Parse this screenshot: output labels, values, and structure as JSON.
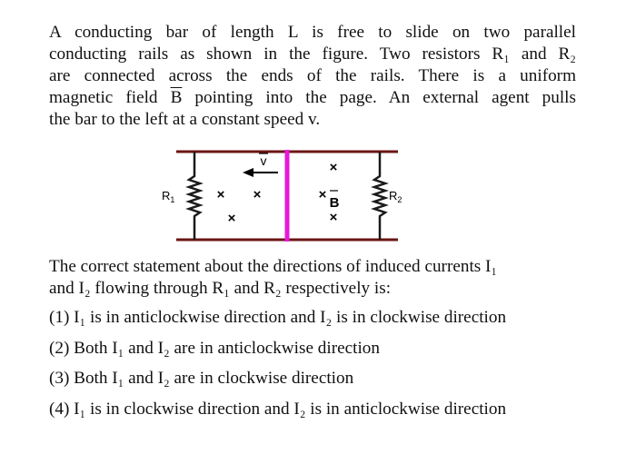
{
  "problem": {
    "stem_lines": [
      "A conducting bar of length L is free to slide on two parallel",
      "conducting rails as shown in the figure. Two resistors R₁ and R₂",
      "are connected across the ends of the rails. There is a uniform",
      "magnetic field B pointing into the page. An external agent pulls",
      "the bar to the left at a constant speed v."
    ],
    "question_lines": [
      "The correct statement about the directions of induced currents I₁",
      "and I₂ flowing through R₁ and R₂ respectively is:"
    ],
    "options": [
      "(1) I₁ is in anticlockwise direction and I₂ is in clockwise direction",
      "(2) Both I₁ and I₂ are in anticlockwise direction",
      "(3) Both I₁ and I₂ are in clockwise direction",
      "(4) I₁ is in clockwise direction and I₂ is in anticlockwise direction"
    ]
  },
  "figure": {
    "label_r1": "R",
    "label_r1_sub": "1",
    "label_r2": "R",
    "label_r2_sub": "2",
    "label_v": "v",
    "label_b": "B",
    "cross": "×",
    "colors": {
      "rail": "#6b1414",
      "bar": "#e619d6",
      "resistor": "#1a1a1a",
      "text": "#000000"
    }
  }
}
